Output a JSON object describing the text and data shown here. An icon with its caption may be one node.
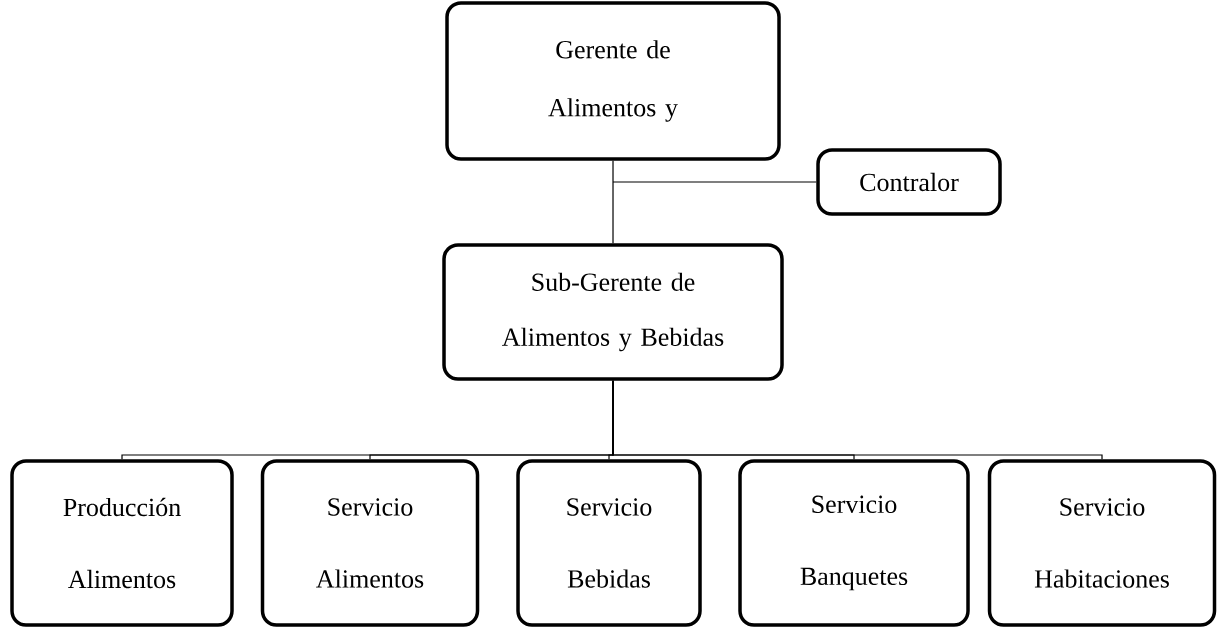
{
  "diagram": {
    "nodes": [
      {
        "text": [
          "Gerente de Alimentos y"
        ]
      },
      {
        "text": [
          "Contralor"
        ]
      },
      {
        "text": [
          "Sub-Gerente de Alimentos y Bebidas"
        ]
      },
      {
        "text": [
          "Producción Alimentos"
        ]
      },
      {
        "text": [
          "Servicio Alimentos"
        ]
      },
      {
        "text": [
          "Servicio Bebidas"
        ]
      },
      {
        "text": [
          "Servicio Banquetes"
        ]
      },
      {
        "text": [
          "Servicio Habitaciones"
        ]
      }
    ],
    "edges": [
      {
        "from": 0,
        "to": 2,
        "arrow": "none"
      },
      {
        "from": 0,
        "to": 1,
        "arrow": "none"
      },
      {
        "from": 2,
        "to": 3,
        "arrow": "none"
      },
      {
        "from": 2,
        "to": 4,
        "arrow": "none"
      },
      {
        "from": 2,
        "to": 5,
        "arrow": "none"
      },
      {
        "from": 2,
        "to": 6,
        "arrow": "none"
      },
      {
        "from": 2,
        "to": 7,
        "arrow": "none"
      }
    ]
  }
}
